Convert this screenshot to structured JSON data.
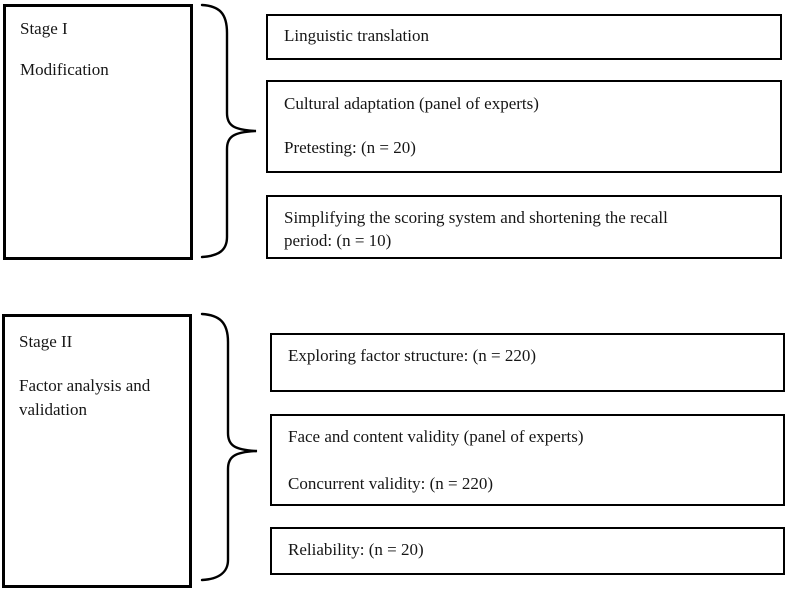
{
  "figure": {
    "background_color": "#ffffff",
    "border_color": "#000000",
    "text_color": "#161616"
  },
  "stage1": {
    "label": {
      "title": "Stage I",
      "subtitle": "Modification"
    },
    "boxes": [
      {
        "lines": [
          "Linguistic translation"
        ]
      },
      {
        "lines": [
          "Cultural adaptation (panel of experts)",
          "Pretesting: (n = 20)"
        ]
      },
      {
        "lines": [
          "Simplifying the scoring system and shortening the recall",
          "period: (n = 10)"
        ]
      }
    ]
  },
  "stage2": {
    "label": {
      "title": "Stage II",
      "subtitle": "Factor analysis and validation"
    },
    "boxes": [
      {
        "lines": [
          "Exploring factor structure: (n = 220)"
        ]
      },
      {
        "lines": [
          "Face and content validity (panel of experts)",
          "Concurrent validity: (n = 220)"
        ]
      },
      {
        "lines": [
          "Reliability: (n = 20)"
        ]
      }
    ]
  }
}
